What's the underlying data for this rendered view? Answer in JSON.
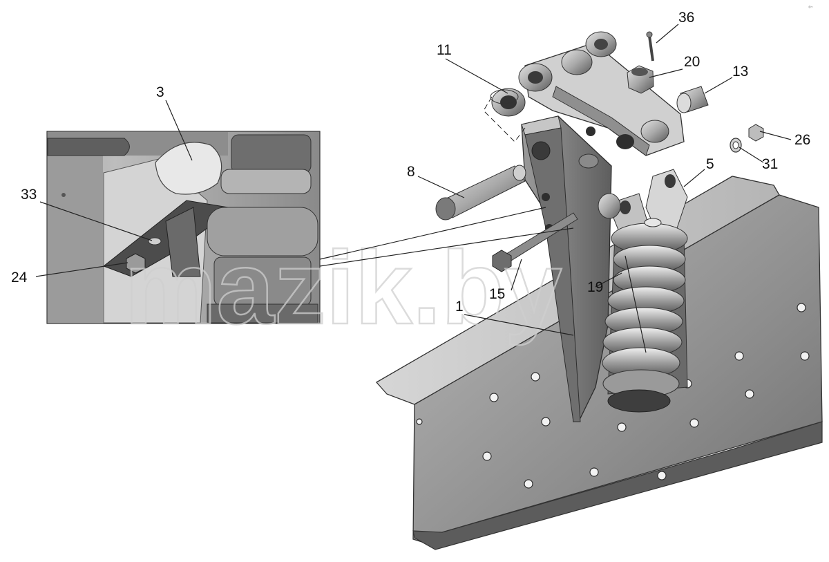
{
  "watermark": "mazik.by",
  "corner_mark": "°’",
  "callouts": {
    "c1": "1",
    "c3": "3",
    "c5": "5",
    "c8": "8",
    "c11": "11",
    "c13": "13",
    "c15": "15",
    "c19": "19",
    "c20": "20",
    "c24": "24",
    "c26": "26",
    "c31": "31",
    "c33": "33",
    "c36": "36"
  }
}
